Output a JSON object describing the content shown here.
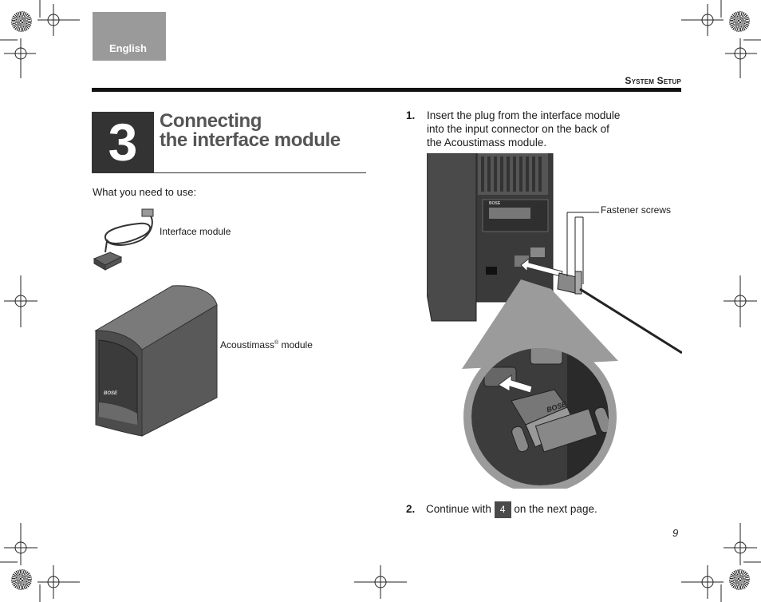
{
  "header": {
    "language_tab": "English",
    "section_title": "System Setup",
    "page_number": "9"
  },
  "step": {
    "number": "3",
    "title_line1": "Connecting",
    "title_line2": "the interface module"
  },
  "left": {
    "need_text": "What you need to use:",
    "interface_caption": "Interface module",
    "acoustimass_caption": "Acoustimass",
    "acoustimass_sup": "®",
    "acoustimass_suffix": " module",
    "brand_logo": "BOSE"
  },
  "instructions": [
    {
      "num": "1.",
      "lines": [
        "Insert the plug from the interface module",
        "into the input connector on the back of",
        "the Acoustimass module."
      ]
    },
    {
      "num": "2.",
      "before": "Continue with",
      "badge": "4",
      "after": "on the next page."
    }
  ],
  "diagram": {
    "fastener_label": "Fastener screws",
    "plug_logo": "BOSE"
  }
}
